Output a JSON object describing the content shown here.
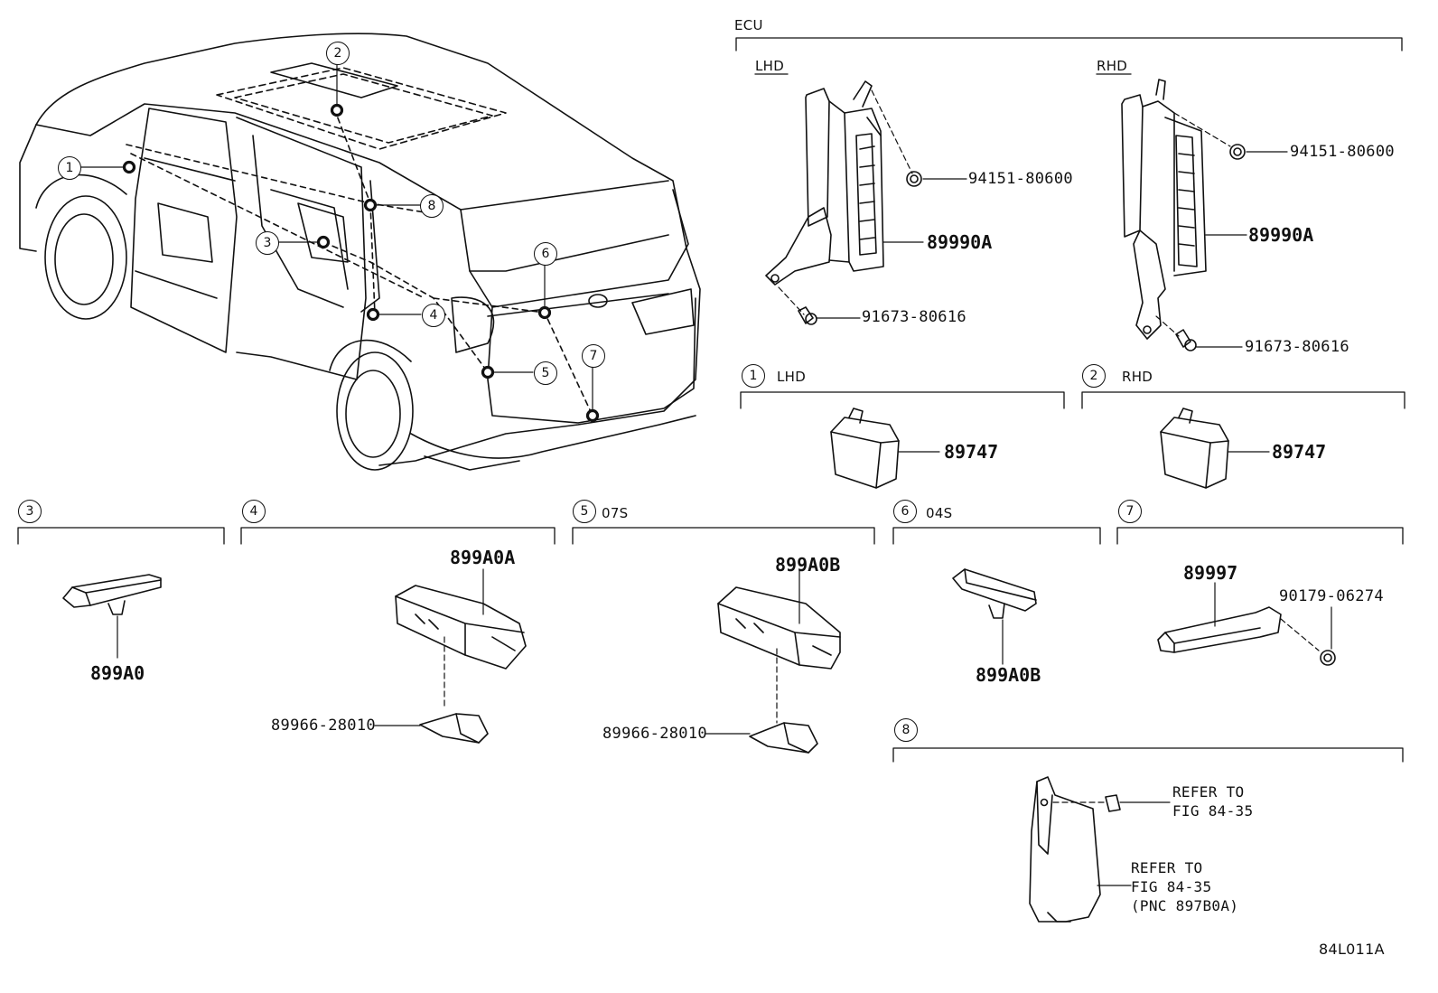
{
  "ecu_section": {
    "title": "ECU",
    "lhd": {
      "label": "LHD",
      "clip": "94151-80600",
      "ecu": "89990A",
      "bolt": "91673-80616"
    },
    "rhd": {
      "label": "RHD",
      "clip": "94151-80600",
      "ecu": "89990A",
      "bolt": "91673-80616"
    }
  },
  "callouts": [
    "1",
    "2",
    "3",
    "4",
    "5",
    "6",
    "7",
    "8"
  ],
  "sections": [
    {
      "no": "1",
      "note": "LHD",
      "parts": [
        "89747"
      ]
    },
    {
      "no": "2",
      "note": "RHD",
      "parts": [
        "89747"
      ]
    },
    {
      "no": "3",
      "note": "",
      "parts": [
        "899A0"
      ]
    },
    {
      "no": "4",
      "note": "",
      "parts": [
        "899A0A",
        "89966-28010"
      ]
    },
    {
      "no": "5",
      "note": "07S",
      "parts": [
        "899A0B",
        "89966-28010"
      ]
    },
    {
      "no": "6",
      "note": "04S",
      "parts": [
        "899A0B"
      ]
    },
    {
      "no": "7",
      "note": "",
      "parts": [
        "89997",
        "90179-06274"
      ]
    },
    {
      "no": "8",
      "note": "",
      "refer1": "REFER TO\nFIG 84-35",
      "refer2": "REFER TO\nFIG 84-35\n(PNC 897B0A)"
    }
  ],
  "figure_id": "84L011A"
}
